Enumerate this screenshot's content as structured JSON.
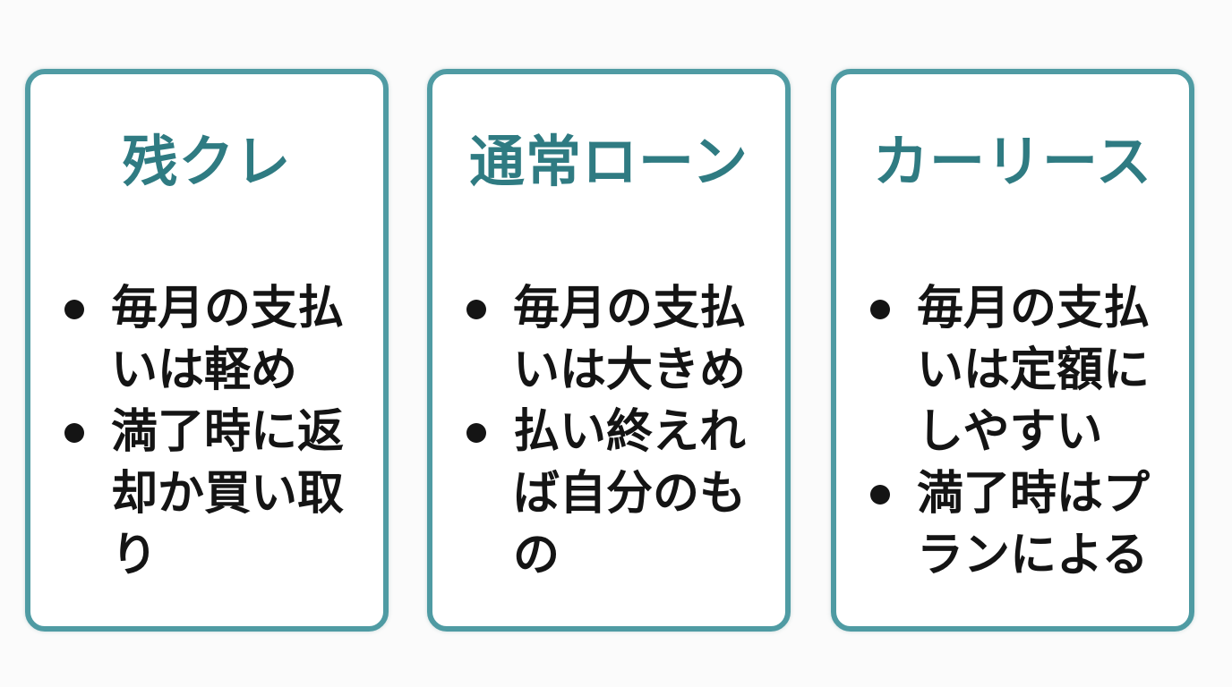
{
  "cards": [
    {
      "title": "残クレ",
      "items": [
        "毎月の支払いは軽め",
        "満了時に返却か買い取り"
      ]
    },
    {
      "title": "通常ローン",
      "items": [
        "毎月の支払いは大きめ",
        "払い終えれば自分のもの"
      ]
    },
    {
      "title": "カーリース",
      "items": [
        "毎月の支払いは定額にしやすい",
        "満了時はプランによる"
      ]
    }
  ],
  "colors": {
    "accent": "#4f9ba3",
    "title_text": "#2f7b82",
    "body_text": "#141414",
    "background": "#fbfbfb"
  }
}
